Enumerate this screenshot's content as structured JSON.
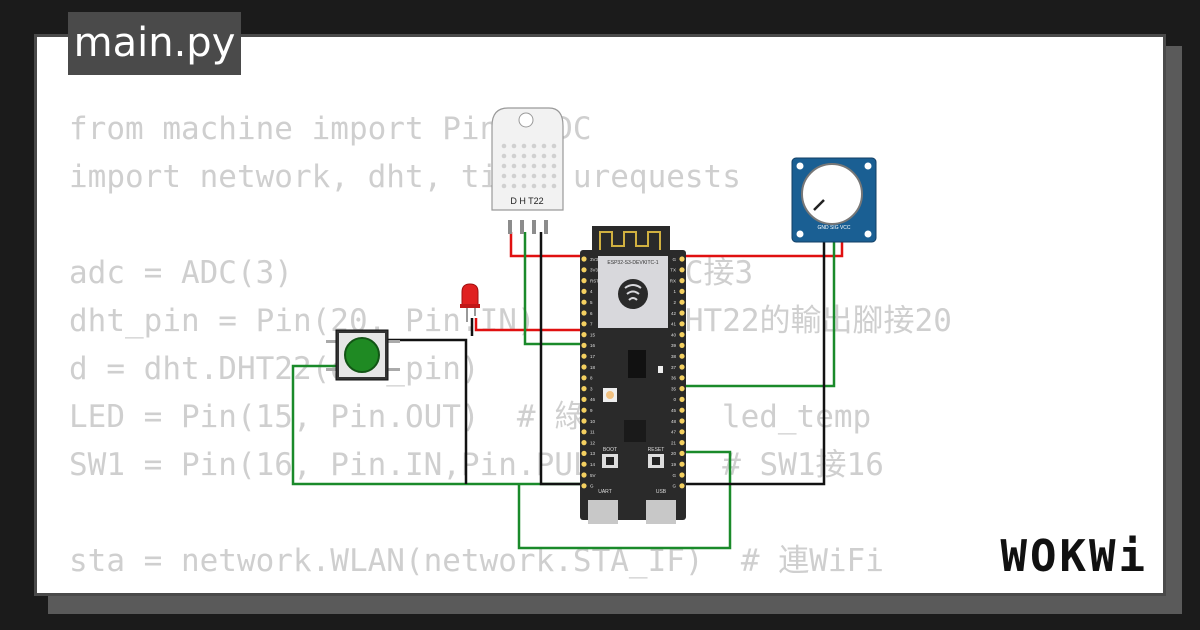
{
  "file_tab": {
    "label": "main.py"
  },
  "code_lines": [
    "from machine import Pin, ADC",
    "import network, dht, time, urequests",
    "",
    "adc = ADC(3)                 # ADC接3",
    "dht_pin = Pin(20, Pin.IN)     # DHT22的輸出腳接20",
    "d = dht.DHT22(dht_pin)",
    "LED = Pin(15, Pin.OUT)  # 綠燈接15  led_temp",
    "SW1 = Pin(16, Pin.IN,Pin.PULL_UP)  # SW1接16",
    "",
    "sta = network.WLAN(network.STA_IF)  # 連WiFi"
  ],
  "components": {
    "dht22_label": "D H T22",
    "esp32_label": "ESP32-S3-DEVKITC-1",
    "potentiometer_pins": "GND SIG VCC",
    "boot_label": "BOOT",
    "reset_label": "RESET",
    "uart_label": "UART",
    "usb_label": "USB",
    "left_pins": [
      "3V3",
      "3V3",
      "RST",
      "4",
      "5",
      "6",
      "7",
      "15",
      "16",
      "17",
      "18",
      "8",
      "3",
      "46",
      "9",
      "10",
      "11",
      "12",
      "13",
      "14",
      "5V",
      "G"
    ],
    "right_pins": [
      "G",
      "TX",
      "RX",
      "1",
      "2",
      "42",
      "41",
      "40",
      "39",
      "38",
      "37",
      "36",
      "35",
      "0",
      "45",
      "48",
      "47",
      "21",
      "20",
      "19",
      "G",
      "G"
    ]
  },
  "logo": {
    "text": "WOKWi"
  },
  "colors": {
    "card_border": "#4a4a4a",
    "code_text": "#cfcfcf",
    "wire_red": "#e01010",
    "wire_green": "#1a8a2a",
    "wire_black": "#111111",
    "pcb_blue": "#1a5f93",
    "board": "#2a2a2a",
    "button_green": "#1f8a23",
    "led_red": "#e02020"
  }
}
